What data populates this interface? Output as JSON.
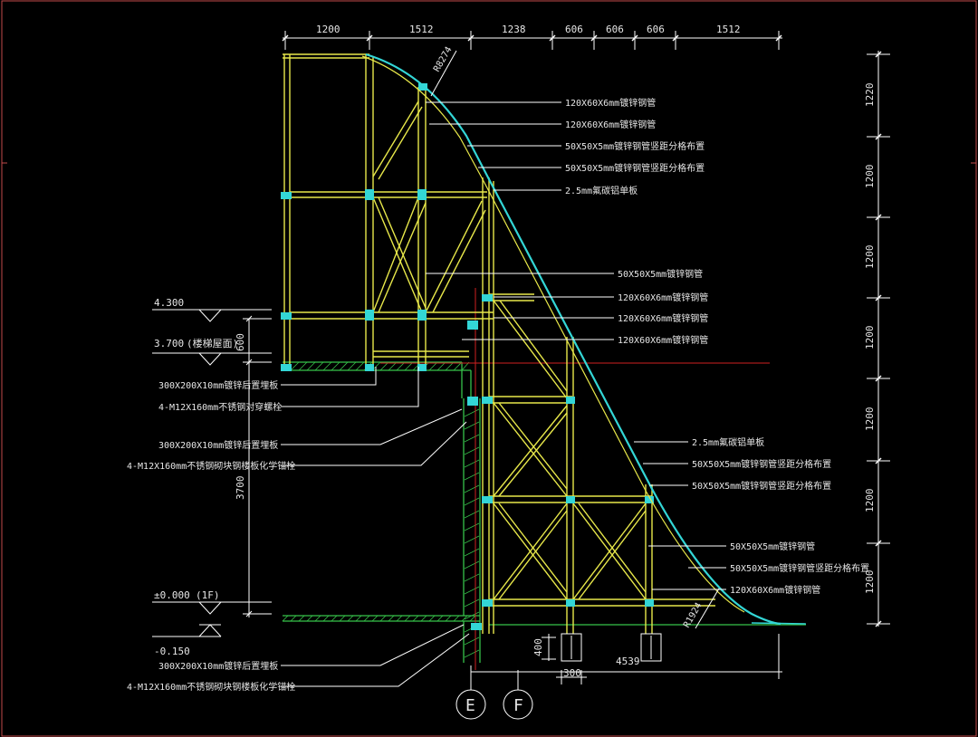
{
  "colors": {
    "background": "#000000",
    "frame": "#c24a4a",
    "dimension": "#ffffff",
    "steel": "#e8e84a",
    "cladding": "#33d6d6",
    "concrete_hatch": "#36c24a",
    "leader": "#ffffff",
    "grid_red": "#d02020"
  },
  "top_dims": [
    "1200",
    "1512",
    "1238",
    "606",
    "606",
    "606",
    "1512"
  ],
  "right_dims": [
    "1220",
    "1200",
    "1200",
    "1200",
    "1200",
    "1200",
    "1200"
  ],
  "bottom_dims": {
    "left": "400",
    "mid": "300",
    "right": "4539"
  },
  "radii": {
    "top": "R8274",
    "bottom": "R1924"
  },
  "left_dims": {
    "floor_height": "3700",
    "parapet": "600"
  },
  "elevations": [
    {
      "value": "4.300",
      "note": ""
    },
    {
      "value": "3.700",
      "note": "(楼梯屋面)"
    },
    {
      "value": "±0.000",
      "note": "(1F)"
    },
    {
      "value": "-0.150",
      "note": ""
    }
  ],
  "labels_right_top": [
    "120X60X6mm镀锌钢管",
    "120X60X6mm镀锌钢管",
    "50X50X5mm镀锌钢管竖距分格布置",
    "50X50X5mm镀锌钢管竖距分格布置",
    "2.5mm氟碳铝单板"
  ],
  "labels_right_mid": [
    "50X50X5mm镀锌钢管",
    "120X60X6mm镀锌钢管",
    "120X60X6mm镀锌钢管",
    "120X60X6mm镀锌钢管"
  ],
  "labels_right_low": [
    "2.5mm氟碳铝单板",
    "50X50X5mm镀锌钢管竖距分格布置",
    "50X50X5mm镀锌钢管竖距分格布置"
  ],
  "labels_right_bottom": [
    "50X50X5mm镀锌钢管",
    "50X50X5mm镀锌钢管竖距分格布置",
    "120X60X6mm镀锌钢管"
  ],
  "labels_left": [
    "300X200X10mm镀锌后置埋板",
    "4-M12X160mm不锈钢对穿螺栓",
    "300X200X10mm镀锌后置埋板",
    "4-M12X160mm不锈钢砌块钢楼板化学锚栓",
    "300X200X10mm镀锌后置埋板",
    "4-M12X160mm不锈钢砌块钢楼板化学锚栓"
  ],
  "axes": [
    "E",
    "F"
  ]
}
